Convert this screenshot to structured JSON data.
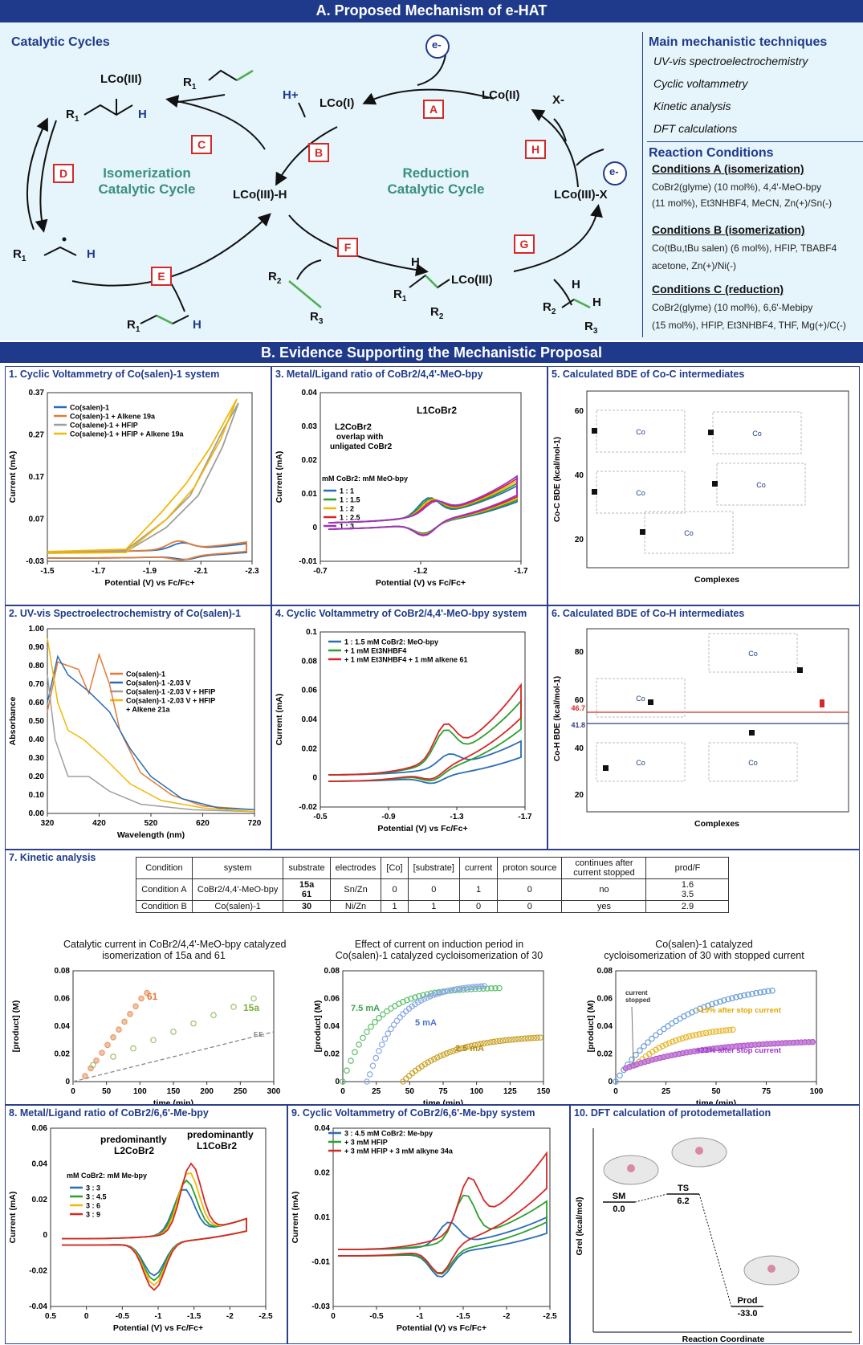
{
  "sectionA": {
    "title": "A. Proposed Mechanism of e-HAT",
    "cycles_title": "Catalytic Cycles",
    "species": {
      "lco3_alkyl": "LCo(III)",
      "r1_top": "R",
      "h_top": "H",
      "lco1": "LCo(I)",
      "lco2": "LCo(II)",
      "hplus": "H+",
      "electron": "e-",
      "xminus": "X-",
      "lco3h": "LCo(III)-H",
      "lco3x": "LCo(III)-X",
      "vinyl_lco": "LCo(III)",
      "radical_r": "R",
      "h_rad": "H",
      "h_alk": "H",
      "h_vinyl": "H",
      "alkene_h": "H",
      "prod_h": "H",
      "r2": "R",
      "r3": "R",
      "r1_prod": "R",
      "r1_vinyl": "R",
      "r2_vinyl": "R",
      "r2_prod": "R",
      "r3_prod": "R",
      "r1_alkene": "R"
    },
    "steps": [
      "A",
      "B",
      "C",
      "D",
      "E",
      "F",
      "G",
      "H"
    ],
    "iso_cycle": "Isomerization Catalytic Cycle",
    "red_cycle": "Reduction Catalytic Cycle",
    "techniques_title": "Main mechanistic techniques",
    "techniques": [
      "UV-vis spectroelectrochemistry",
      "Cyclic voltammetry",
      "Kinetic analysis",
      "DFT calculations"
    ],
    "conditions_title": "Reaction Conditions",
    "condA_title": "Conditions A (isomerization)",
    "condA_l1": "CoBr2(glyme) (10 mol%), 4,4'-MeO-bpy",
    "condA_l2": "(11 mol%), Et3NHBF4, MeCN, Zn(+)/Sn(-)",
    "condB_title": "Conditions B (isomerization)",
    "condB_l1": "Co(tBu,tBu salen) (6 mol%), HFIP, TBABF4",
    "condB_l2": "acetone, Zn(+)/Ni(-)",
    "condC_title": "Conditions C (reduction)",
    "condC_l1": "CoBr2(glyme) (10 mol%), 6,6'-Mebipy",
    "condC_l2": "(15 mol%), HFIP, Et3NHBF4, THF, Mg(+)/C(-)"
  },
  "sectionB": {
    "title": "B. Evidence Supporting the Mechanistic Proposal"
  },
  "xlabel_fc": "Potential (V) vs Fc/Fc+",
  "ylabel_current": "Current (mA)",
  "p1": {
    "title": "1. Cyclic Voltammetry of Co(salen)-1 system",
    "legend": [
      "Co(salen)-1",
      "Co(salen)-1 + Alkene 19a",
      "Co(salene)-1 + HFIP",
      "Co(salene)-1 + HFIP + Alkene 19a"
    ],
    "colors": [
      "#2a6db5",
      "#e07b39",
      "#9e9e9e",
      "#f2b807"
    ],
    "xticks": [
      "-1.5",
      "-1.7",
      "-1.9",
      "-2.1",
      "-2.3"
    ],
    "yticks": [
      "0.37",
      "0.27",
      "0.17",
      "0.07",
      "-0.03"
    ]
  },
  "p2": {
    "title": "2. UV-vis Spectroelectrochemistry of Co(salen)-1",
    "legend": [
      "Co(salen)-1",
      "Co(salen)-1 -2.03 V",
      "Co(salen)-1 -2.03 V + HFIP",
      "Co(salen)-1 -2.03 V + HFIP",
      "+ Alkene 21a"
    ],
    "colors": [
      "#e07b39",
      "#2a6db5",
      "#9e9e9e",
      "#f2b807"
    ],
    "ylabel": "Absorbance",
    "xlabel": "Wavelength (nm)",
    "xticks": [
      "320",
      "420",
      "520",
      "620",
      "720"
    ],
    "yticks": [
      "1.00",
      "0.90",
      "0.80",
      "0.70",
      "0.60",
      "0.50",
      "0.40",
      "0.30",
      "0.20",
      "0.10",
      "0.00"
    ]
  },
  "p3": {
    "title": "3. Metal/Ligand ratio of CoBr2/4,4'-MeO-bpy",
    "ann1": "L1CoBr2",
    "ann2a": "L2CoBr2",
    "ann2b": "overlap with",
    "ann2c": "unligated CoBr2",
    "legend_title": "mM CoBr2: mM MeO-bpy",
    "legend": [
      "1 : 1",
      "1 : 1.5",
      "1 : 2",
      "1 : 2.5",
      "1 : 3"
    ],
    "colors": [
      "#2a6db5",
      "#2ca02c",
      "#f2b807",
      "#d62728",
      "#9933cc"
    ],
    "xticks": [
      "-0.7",
      "-1.2",
      "-1.7"
    ],
    "yticks": [
      "0.04",
      "0.03",
      "0.02",
      "0.01",
      "0",
      "-0.01"
    ]
  },
  "p4": {
    "title": "4. Cyclic Voltammetry of CoBr2/4,4'-MeO-bpy system",
    "legend": [
      "1 : 1.5 mM CoBr2: MeO-bpy",
      "+ 1 mM Et3NHBF4",
      "+ 1 mM Et3NHBF4 + 1 mM alkene 61"
    ],
    "colors": [
      "#2a6db5",
      "#2ca02c",
      "#d62728"
    ],
    "xticks": [
      "-0.5",
      "-0.9",
      "-1.3",
      "-1.7"
    ],
    "yticks": [
      "0.1",
      "0.08",
      "0.06",
      "0.04",
      "0.02",
      "0",
      "-0.02"
    ]
  },
  "p5": {
    "title": "5. Calculated BDE of Co-C intermediates",
    "ylabel": "Co-C BDE (kcal/mol-1)",
    "xlabel": "Complexes",
    "yticks": [
      "60",
      "40",
      "20"
    ]
  },
  "p6": {
    "title": "6. Calculated BDE of Co-H intermediates",
    "ylabel": "Co-H BDE (kcal/mol-1)",
    "xlabel": "Complexes",
    "yticks": [
      "80",
      "60",
      "40",
      "20"
    ],
    "line_red": "46.7",
    "line_blue": "41.8"
  },
  "p7": {
    "title": "7. Kinetic analysis",
    "table": {
      "headers": [
        "Condition",
        "system",
        "substrate",
        "electrodes",
        "[Co]",
        "[substrate]",
        "current",
        "proton source",
        "continues after current stopped",
        "prod/F"
      ],
      "rowA": {
        "condition": "Condition A",
        "system": "CoBr2/4,4'-MeO-bpy",
        "substrate1": "15a",
        "substrate2": "61",
        "electrodes": "Sn/Zn",
        "co": "0",
        "sub": "0",
        "current": "1",
        "proton": "0",
        "continues": "no",
        "prodf1": "1.6",
        "prodf2": "3.5"
      },
      "rowB": {
        "condition": "Condition B",
        "system": "Co(salen)-1",
        "substrate": "30",
        "electrodes": "Ni/Zn",
        "co": "1",
        "sub": "1",
        "current": "0",
        "proton": "0",
        "continues": "yes",
        "prodf": "2.9"
      }
    },
    "c1_title1": "Catalytic current in CoBr2/4,4'-MeO-bpy catalyzed",
    "c1_title2": "isomerization of 15a and 61",
    "c2_title1": "Effect of current on induction period in",
    "c2_title2": "Co(salen)-1 catalyzed cycloisomerization of 30",
    "c3_title1": "Co(salen)-1 catalyzed",
    "c3_title2": "cycloisomerization of 30 with stopped current",
    "ylabel": "[product] (M)",
    "xlabel": "time (min)",
    "c1_labels": [
      "61",
      "15a",
      "F.E."
    ],
    "c2_labels": [
      "7.5 mA",
      "5 mA",
      "2.5 mA"
    ],
    "c3_labels": [
      "current",
      "stopped",
      "+19% after stop current",
      "+22% after stop current"
    ],
    "yticks": [
      "0.08",
      "0.06",
      "0.04",
      "0.02",
      "0"
    ],
    "c1_xticks": [
      "0",
      "50",
      "100",
      "150",
      "200",
      "250",
      "300"
    ],
    "c2_xticks": [
      "0",
      "25",
      "50",
      "75",
      "100",
      "125",
      "150"
    ],
    "c3_xticks": [
      "0",
      "25",
      "50",
      "75",
      "100"
    ]
  },
  "p8": {
    "title": "8. Metal/Ligand ratio of CoBr2/6,6'-Me-bpy",
    "ann1a": "predominantly",
    "ann1b": "L2CoBr2",
    "ann2a": "predominantly",
    "ann2b": "L1CoBr2",
    "legend_title": "mM CoBr2: mM Me-bpy",
    "legend": [
      "3 : 3",
      "3 : 4.5",
      "3 : 6",
      "3 : 9"
    ],
    "colors": [
      "#2a6db5",
      "#2ca02c",
      "#f2b807",
      "#d62728"
    ],
    "xticks": [
      "0.5",
      "0",
      "-0.5",
      "-1",
      "-1.5",
      "-2",
      "-2.5"
    ],
    "yticks": [
      "0.06",
      "0.04",
      "0.02",
      "0",
      "-0.02",
      "-0.04"
    ]
  },
  "p9": {
    "title": "9. Cyclic Voltammetry of CoBr2/6,6'-Me-bpy system",
    "legend": [
      "3 : 4.5 mM CoBr2: Me-bpy",
      "+ 3 mM HFIP",
      "+ 3 mM HFIP + 3 mM alkyne 34a"
    ],
    "colors": [
      "#2a6db5",
      "#2ca02c",
      "#d62728"
    ],
    "xticks": [
      "0",
      "-0.5",
      "-1",
      "-1.5",
      "-2",
      "-2.5"
    ],
    "yticks": [
      "0.04",
      "0.02",
      "0.01",
      "-0.01",
      "-0.03"
    ]
  },
  "p10": {
    "title": "10. DFT calculation of protodemetallation",
    "ylabel": "Grel (kcal/mol)",
    "xlabel": "Reaction Coordinate",
    "sm": "SM",
    "sm_v": "0.0",
    "ts": "TS",
    "ts_v": "6.2",
    "prod": "Prod",
    "prod_v": "-33.0"
  }
}
